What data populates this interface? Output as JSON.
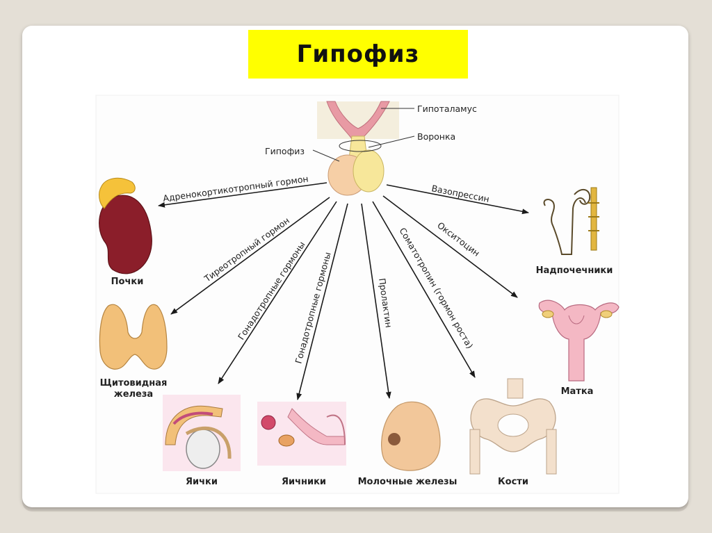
{
  "title": "Гипофиз",
  "top_labels": {
    "hypothalamus": "Гипоталамус",
    "infundibulum": "Воронка",
    "pituitary": "Гипофиз"
  },
  "hormones": {
    "acth": "Адренокортикотропный гормон",
    "tsh": "Тиреотропный гормон",
    "gonadotropins_1": "Гонадотропные гормоны",
    "gonadotropins_2": "Гонадотропные гормоны",
    "prolactin": "Пролактин",
    "somatotropin": "Соматотропин (гормон роста)",
    "oxytocin": "Окситоцин",
    "vasopressin": "Вазопрессин"
  },
  "organs": {
    "kidneys": "Почки",
    "thyroid_line1": "Щитовидная",
    "thyroid_line2": "железа",
    "testes": "Яички",
    "ovaries": "Яичники",
    "mammary": "Молочные железы",
    "bones": "Кости",
    "uterus": "Матка",
    "adrenals": "Надпочечники"
  }
}
